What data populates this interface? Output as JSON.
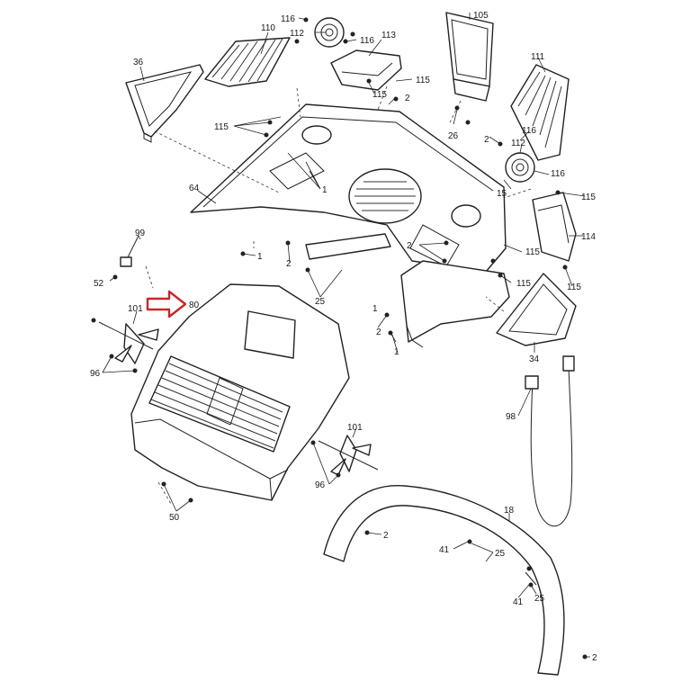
{
  "diagram": {
    "callouts": {
      "c116a": "116",
      "c112a": "112",
      "c116b": "116",
      "c110": "110",
      "c113": "113",
      "c105": "105",
      "c36": "36",
      "c111": "111",
      "c115a": "115",
      "c115b": "115",
      "c2a": "2",
      "c115c": "115",
      "c26": "26",
      "c116c": "116",
      "c2b": "2",
      "c112b": "112",
      "c116d": "116",
      "c15": "15",
      "c1a": "1",
      "c64": "64",
      "c115d": "115",
      "c114": "114",
      "c99": "99",
      "c1b": "1",
      "c2c": "2",
      "c2d": "2",
      "c115e": "115",
      "c52": "52",
      "c1c": "1",
      "c25a": "25",
      "c115f": "115",
      "c115g": "115",
      "c80": "80",
      "c101a": "101",
      "c2e": "2",
      "c1d": "1",
      "c34": "34",
      "c96a": "96",
      "c98": "98",
      "c101b": "101",
      "c96b": "96",
      "c18": "18",
      "c50": "50",
      "c2f": "2",
      "c41a": "41",
      "c25b": "25",
      "c41b": "41",
      "c25c": "25",
      "c2g": "2"
    },
    "highlight_color": "#c62828"
  }
}
